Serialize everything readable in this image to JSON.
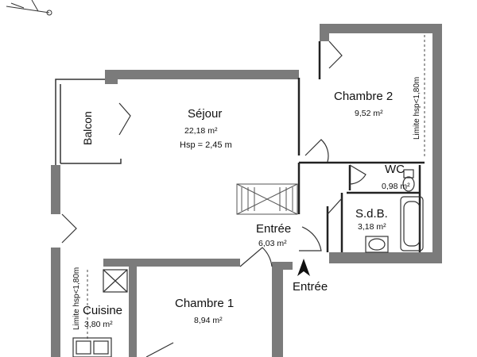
{
  "rooms": {
    "sejour": {
      "name": "Séjour",
      "area": "22,18 m²",
      "note": "Hsp = 2,45 m"
    },
    "chambre2": {
      "name": "Chambre 2",
      "area": "9,52 m²",
      "limit": "Limite hsp<1,80m"
    },
    "wc": {
      "name": "WC",
      "area": "0,98 m²"
    },
    "sdb": {
      "name": "S.d.B.",
      "area": "3,18 m²"
    },
    "entree": {
      "name": "Entrée",
      "area": "6,03 m²"
    },
    "chambre1": {
      "name": "Chambre 1",
      "area": "8,94 m²"
    },
    "cuisine": {
      "name": "Cuisine",
      "area": "3,80 m²",
      "limit": "Limite hsp<1,80m"
    },
    "balcon": {
      "name": "Balcon"
    }
  },
  "entrance": {
    "label": "Entrée"
  },
  "colors": {
    "wall": "#7b7b7b",
    "line": "#222222",
    "background": "#ffffff"
  }
}
